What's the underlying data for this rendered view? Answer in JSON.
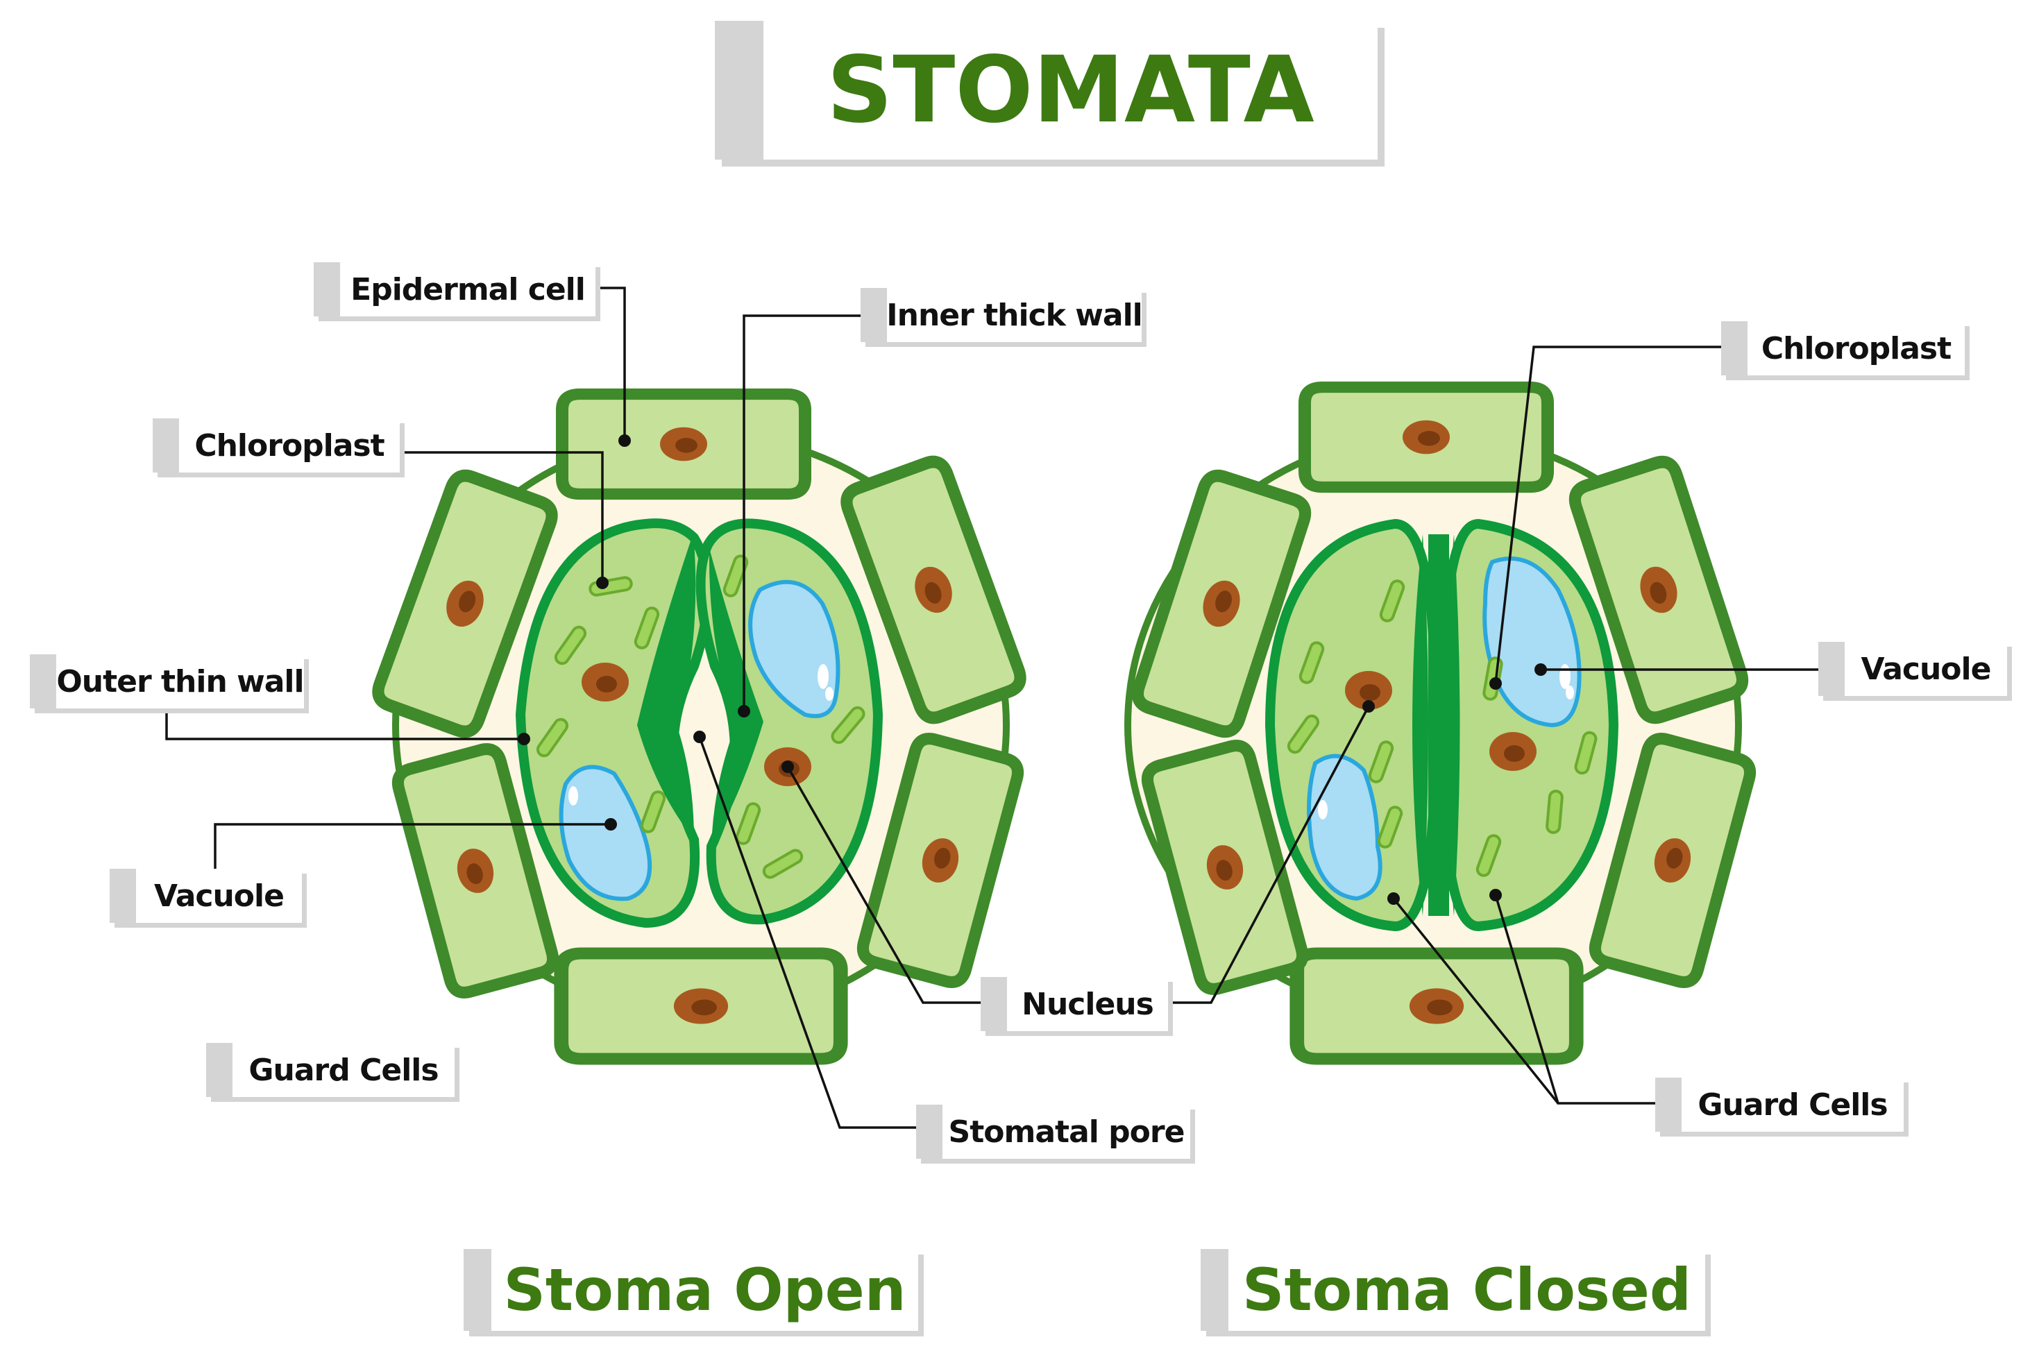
{
  "title": "STOMATA",
  "colors": {
    "epidermal_fill": "#c6e19a",
    "cell_border": "#3f8a2a",
    "guard_fill": "#b7db88",
    "guard_border": "#0f9a3c",
    "inner_wall": "#0f9a3c",
    "nucleus": "#a8581e",
    "vacuole": "#a9dcf5",
    "background_fill": "#fdf6e3",
    "title_green": "#3d7a12"
  },
  "open": {
    "caption": "Stoma Open",
    "labels": {
      "epidermal_cell": "Epidermal cell",
      "inner_thick_wall": "Inner thick wall",
      "chloroplast": "Chloroplast",
      "outer_thin_wall": "Outer thin wall",
      "vacuole": "Vacuole",
      "guard_cells": "Guard Cells",
      "nucleus": "Nucleus",
      "stomatal_pore": "Stomatal pore"
    }
  },
  "closed": {
    "caption": "Stoma Closed",
    "labels": {
      "chloroplast": "Chloroplast",
      "vacuole": "Vacuole",
      "guard_cells": "Guard Cells"
    }
  }
}
